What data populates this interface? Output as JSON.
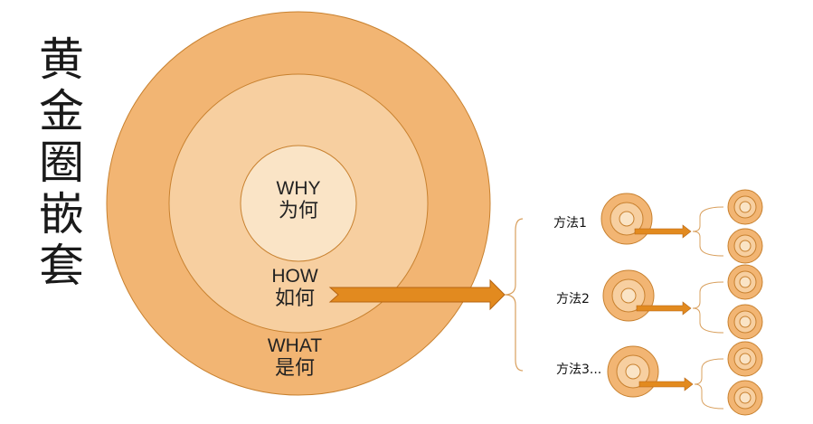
{
  "title": {
    "chars": [
      "黄",
      "金",
      "圈",
      "嵌",
      "套"
    ]
  },
  "circles": {
    "why": {
      "en": "WHY",
      "zh": "为何"
    },
    "how": {
      "en": "HOW",
      "zh": "如何"
    },
    "what": {
      "en": "WHAT",
      "zh": "是何"
    }
  },
  "methods": [
    {
      "label": "方法1"
    },
    {
      "label": "方法2"
    },
    {
      "label": "方法3..."
    }
  ],
  "colors": {
    "outer_ring": "#F2B573",
    "middle_ring": "#F7CFA0",
    "inner_ring": "#FAE4C6",
    "ring_stroke": "#C8812F",
    "arrow": "#E28A1F",
    "bracket": "#D9A05E"
  }
}
